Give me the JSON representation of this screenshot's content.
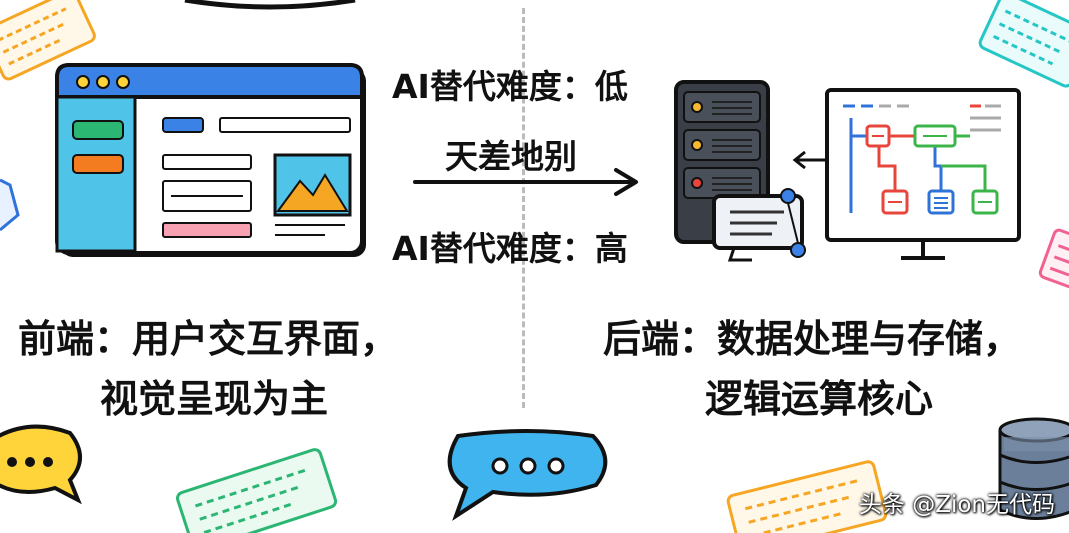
{
  "center": {
    "top_label": "AI替代难度：低",
    "middle_label": "天差地别",
    "bottom_label": "AI替代难度：高"
  },
  "frontend": {
    "caption_line1": "前端：用户交互界面，",
    "caption_line2": "视觉呈现为主"
  },
  "backend": {
    "caption_line1": "后端：数据处理与存储，",
    "caption_line2": "逻辑运算核心"
  },
  "watermark": "头条 @Zion无代码",
  "colors": {
    "browser_bar": "#3b82e6",
    "frontend_green": "#2bb673",
    "frontend_orange": "#f47c20",
    "frontend_pink": "#f7a1b3",
    "flow_red": "#e8453c",
    "flow_green": "#3bb54a",
    "flow_blue": "#2f73d9"
  }
}
